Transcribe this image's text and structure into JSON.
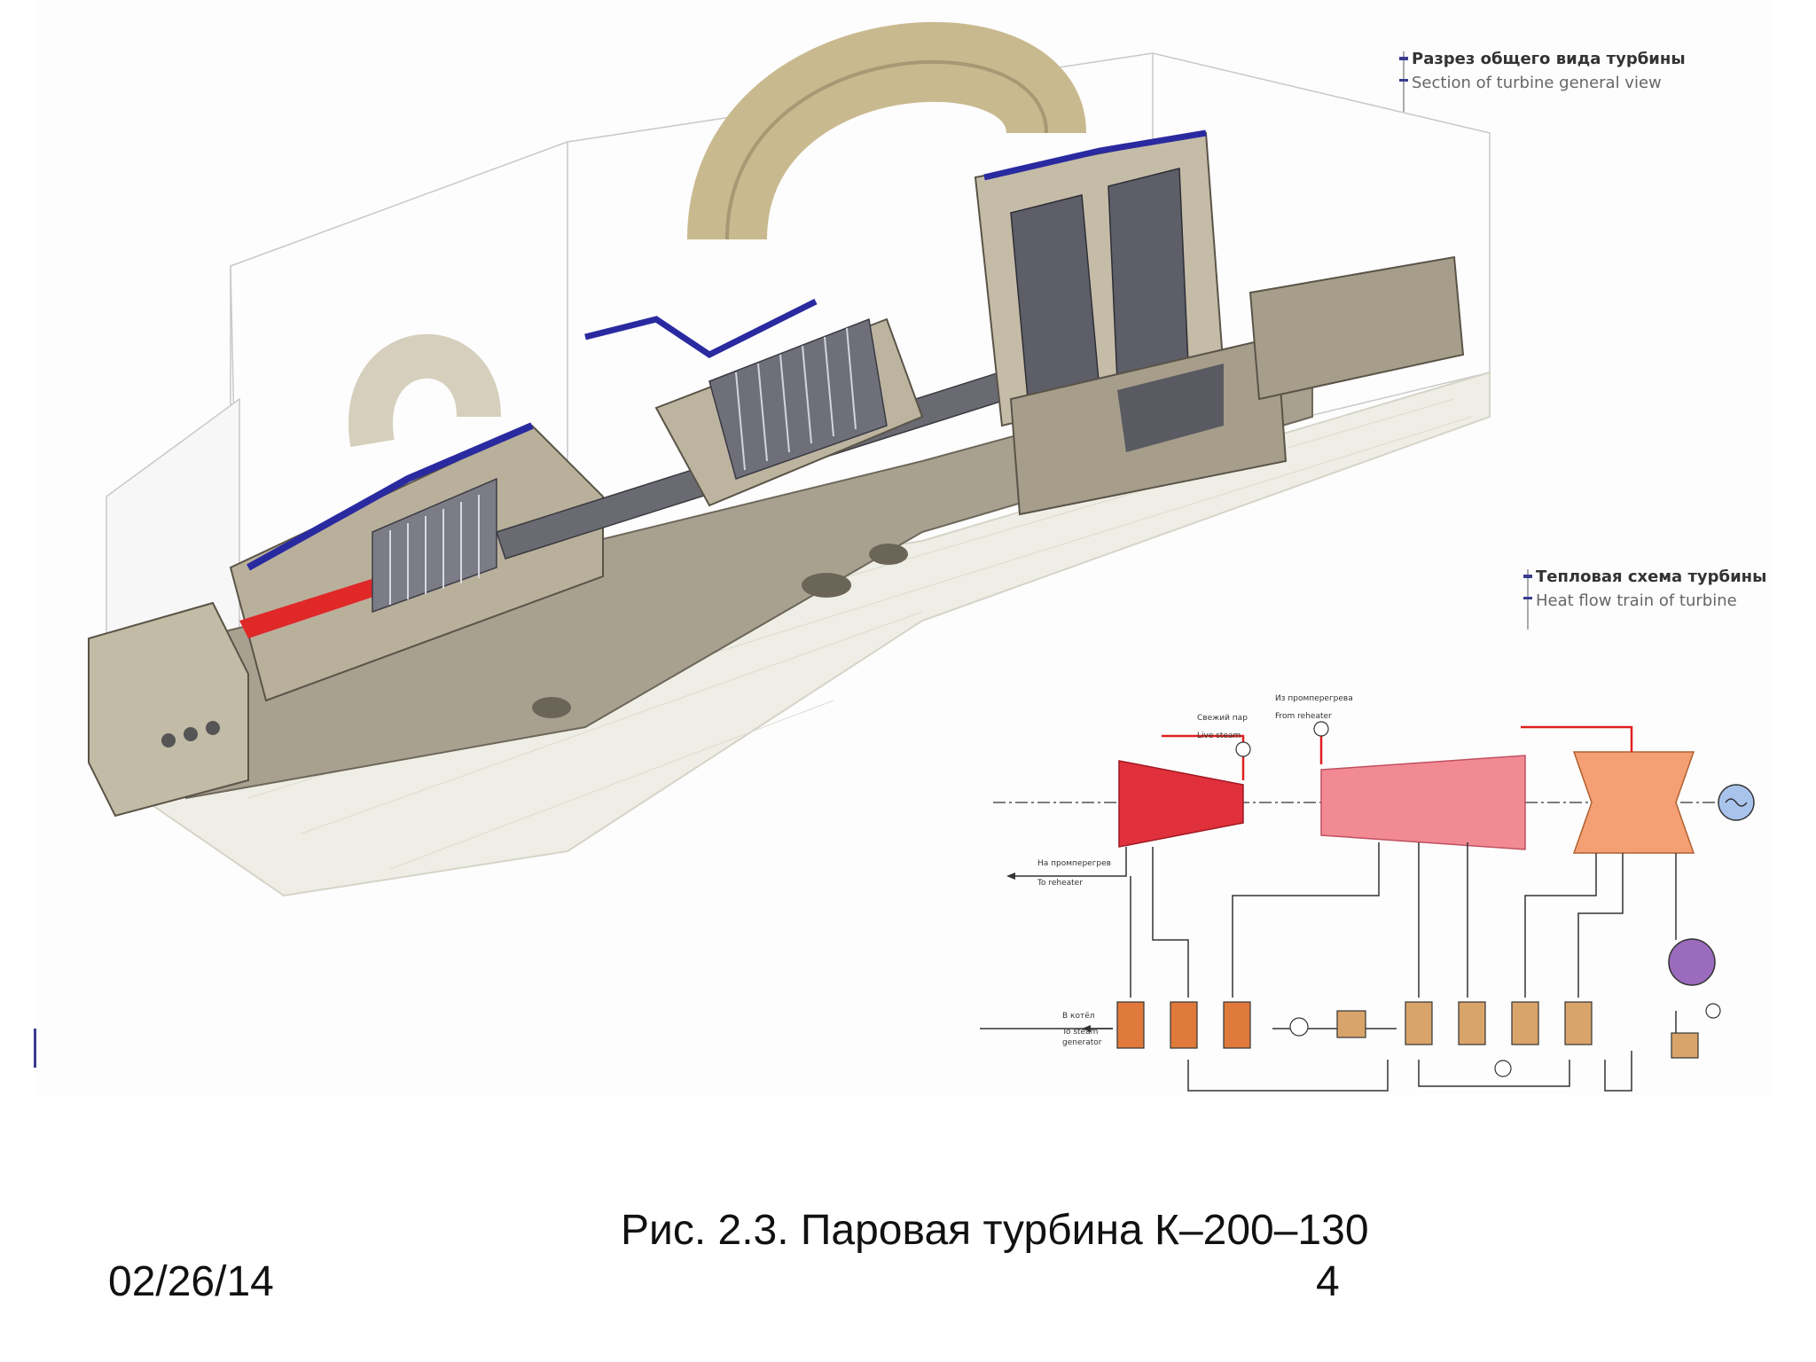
{
  "legend_top": {
    "ru": "Разрез общего вида турбины",
    "en": "Section of turbine general view"
  },
  "legend_mid": {
    "ru": "Тепловая схема турбины",
    "en": "Heat flow train of turbine"
  },
  "schematic": {
    "live_steam_ru": "Свежий пар",
    "live_steam_en": "Live steam",
    "from_reheater_ru": "Из промперегрева",
    "from_reheater_en": "From reheater",
    "to_reheater_ru": "На промперегрев",
    "to_reheater_en": "To reheater",
    "to_boiler_ru": "В котёл",
    "to_boiler_en1": "To steam",
    "to_boiler_en2": "generator"
  },
  "caption": "Рис. 2.3. Паровая турбина К–200–130",
  "footer": {
    "date": "02/26/14",
    "page": "4"
  },
  "colors": {
    "hp": "#e0303c",
    "ip": "#f28a94",
    "lp": "#f4a074",
    "generator": "#a9c4ec",
    "condenser": "#9b6bbd",
    "heater_hp": "#e07a3c",
    "heater_lp": "#d9a46a",
    "steam_line": "#e02020"
  }
}
